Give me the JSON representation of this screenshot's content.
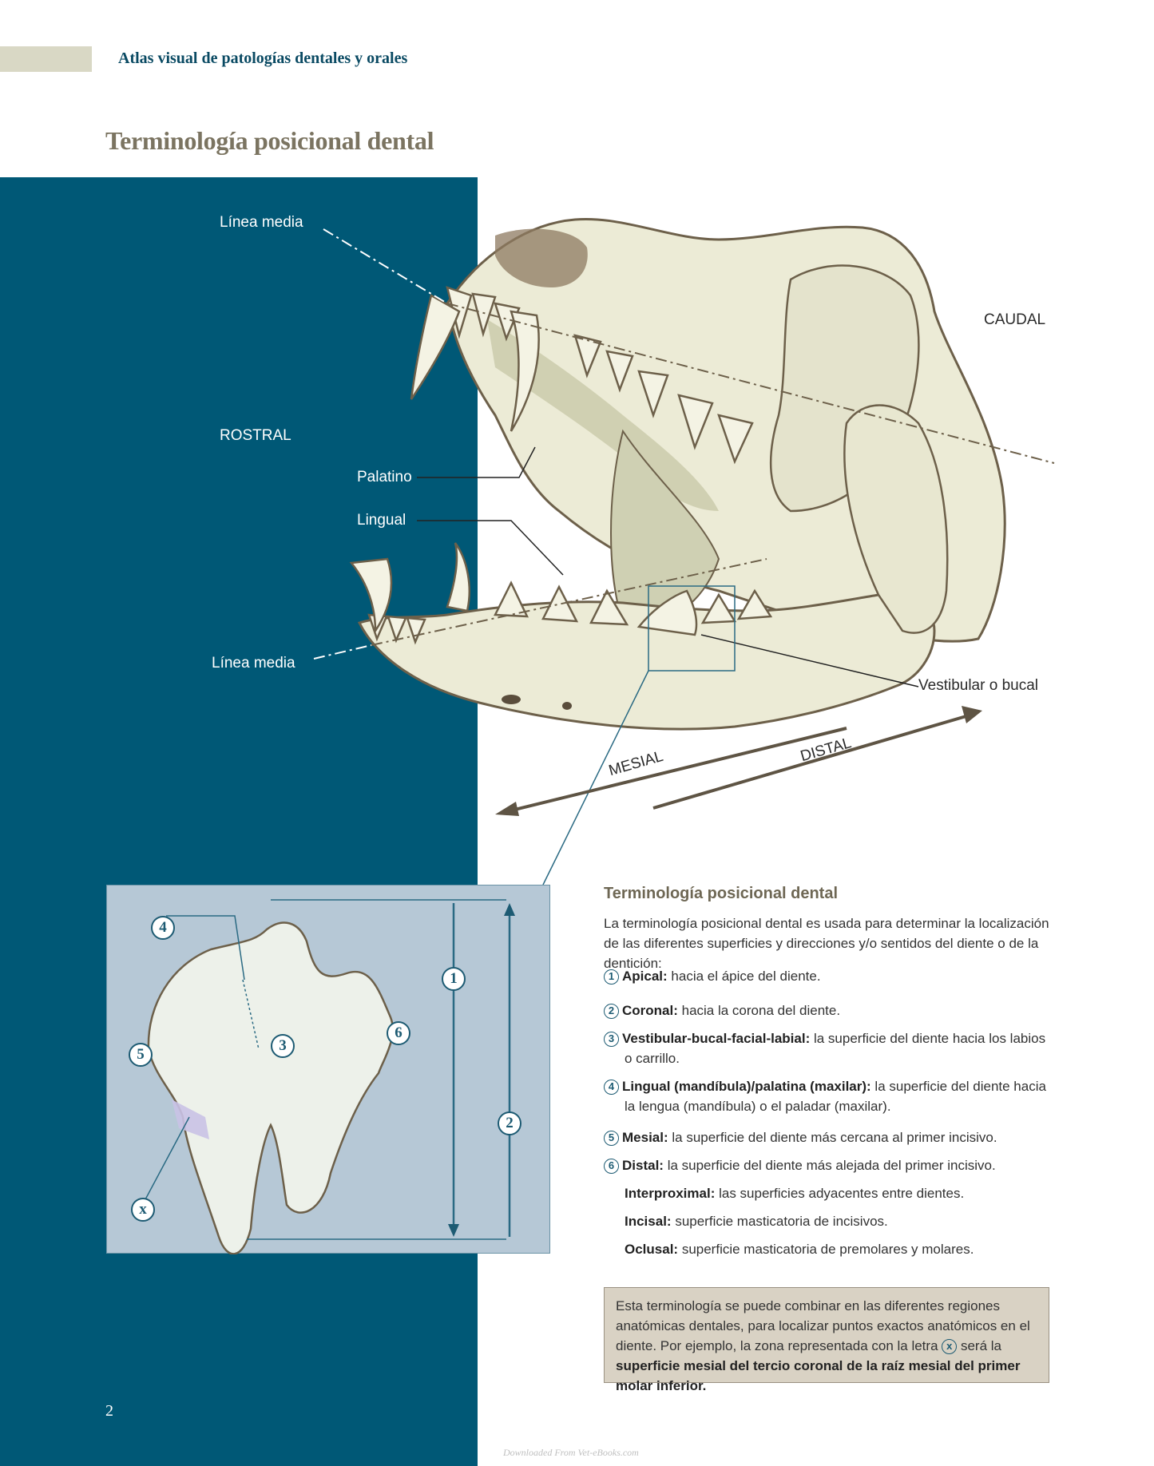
{
  "header": {
    "title": "Atlas visual de patologías dentales y orales"
  },
  "page": {
    "title": "Terminología posicional dental",
    "number": "2"
  },
  "diagram": {
    "labels": {
      "linea_media_top": "Línea media",
      "rostral": "ROSTRAL",
      "caudal": "CAUDAL",
      "palatino": "Palatino",
      "lingual": "Lingual",
      "linea_media_bottom": "Línea media",
      "vestibular": "Vestibular o bucal",
      "mesial": "MESIAL",
      "distal": "DISTAL"
    },
    "inset_markers": [
      "4",
      "5",
      "3",
      "6",
      "1",
      "2",
      "x"
    ]
  },
  "info": {
    "title": "Terminología posicional dental",
    "intro": "La terminología posicional dental es usada para determinar la localización de las diferentes superficies y direcciones y/o sentidos del diente o de la dentición:",
    "items": [
      {
        "num": "1",
        "term": "Apical:",
        "desc": " hacia el ápice del diente.",
        "cont": ""
      },
      {
        "num": "2",
        "term": "Coronal:",
        "desc": " hacia la corona del diente.",
        "cont": ""
      },
      {
        "num": "3",
        "term": "Vestibular-bucal-facial-labial:",
        "desc": " la superficie del diente hacia los labios",
        "cont": "o carrillo."
      },
      {
        "num": "4",
        "term": "Lingual (mandíbula)/palatina (maxilar):",
        "desc": " la superficie del diente hacia",
        "cont": "la lengua (mandíbula) o el paladar (maxilar)."
      },
      {
        "num": "5",
        "term": "Mesial:",
        "desc": " la superficie del diente más cercana al primer incisivo.",
        "cont": ""
      },
      {
        "num": "6",
        "term": "Distal:",
        "desc": " la superficie del diente más alejada del primer incisivo.",
        "cont": ""
      },
      {
        "num": "",
        "term": "Interproximal:",
        "desc": " las superficies adyacentes entre dientes.",
        "cont": ""
      },
      {
        "num": "",
        "term": "Incisal:",
        "desc": " superficie masticatoria de incisivos.",
        "cont": ""
      },
      {
        "num": "",
        "term": "Oclusal:",
        "desc": " superficie masticatoria de premolares y molares.",
        "cont": ""
      }
    ]
  },
  "note": {
    "part1": "Esta terminología se puede combinar en las diferentes regiones anatómicas dentales, para localizar puntos exactos anatómicos en el diente. Por ejemplo, la zona representada con la letra ",
    "marker": "x",
    "part2": " será la ",
    "bold": "superficie mesial del tercio coronal de la raíz mesial del primer molar inferior."
  },
  "footer": {
    "watermark": "Downloaded From Vet-eBooks.com"
  },
  "colors": {
    "panel_blue": "#005876",
    "header_bar": "#d9d8c5",
    "bone": "#ecebd6",
    "bone_outline": "#6d604a",
    "inset_bg": "#b6c8d6",
    "note_bg": "#d9d2c4"
  }
}
